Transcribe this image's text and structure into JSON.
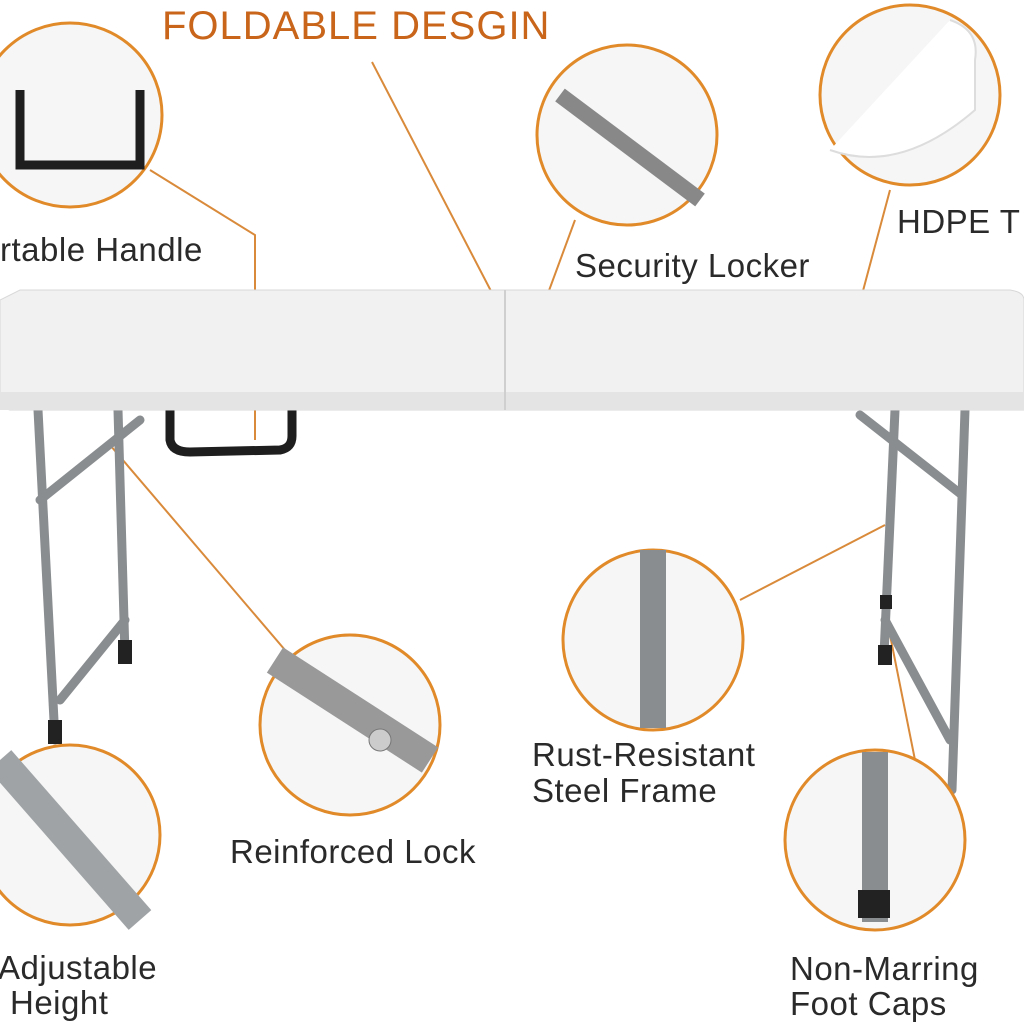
{
  "title": "FOLDABLE DESGIN",
  "labels": {
    "handle": "rtable Handle",
    "security": "Security Locker",
    "hdpe": "HDPE T",
    "rust_1": "Rust-Resistant",
    "rust_2": "Steel Frame",
    "reinforced": "Reinforced Lock",
    "adjust_1": "Adjustable",
    "adjust_2": "Height",
    "foot_1": "Non-Marring",
    "foot_2": "Foot Caps"
  },
  "colors": {
    "accent": "#c8651a",
    "ring": "#e08a2a",
    "frame": "#8a8d90",
    "top": "#f1f1f1"
  }
}
